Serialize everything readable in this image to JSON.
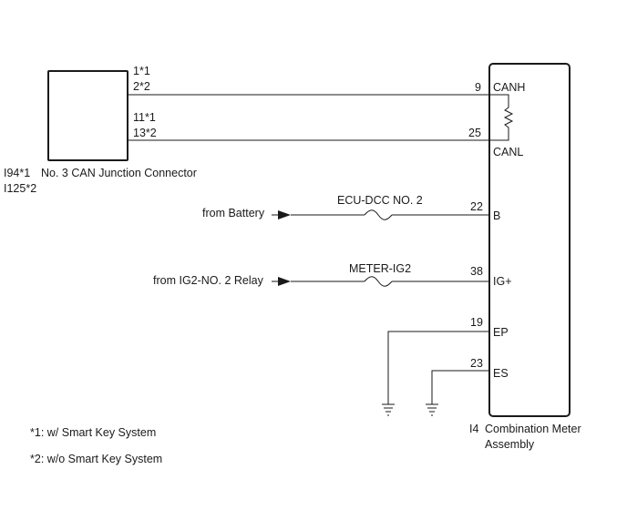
{
  "junction_connector": {
    "code_primary": "I94*1",
    "code_secondary": "I125*2",
    "name": "No. 3 CAN Junction Connector",
    "pin_canh_a": "1*1",
    "pin_canh_b": "2*2",
    "pin_canl_a": "11*1",
    "pin_canl_b": "13*2"
  },
  "meter": {
    "code": "I4",
    "name_line1": "Combination Meter",
    "name_line2": "Assembly",
    "pins": {
      "canh": {
        "number": "9",
        "label": "CANH"
      },
      "canl": {
        "number": "25",
        "label": "CANL"
      },
      "b": {
        "number": "22",
        "label": "B"
      },
      "ig": {
        "number": "38",
        "label": "IG+"
      },
      "ep": {
        "number": "19",
        "label": "EP"
      },
      "es": {
        "number": "23",
        "label": "ES"
      }
    }
  },
  "sources": {
    "battery": "from Battery",
    "ig2_relay": "from IG2-NO. 2 Relay"
  },
  "fuses": {
    "ecu_dcc": "ECU-DCC NO. 2",
    "meter_ig2": "METER-IG2"
  },
  "notes": {
    "note1": "*1: w/ Smart Key System",
    "note2": "*2: w/o Smart Key System"
  }
}
